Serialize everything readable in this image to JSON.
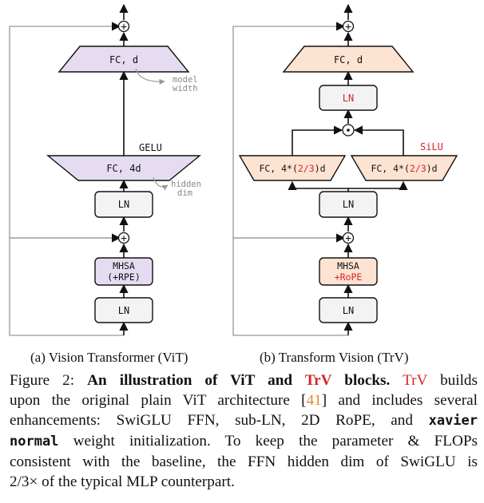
{
  "figure": {
    "vit": {
      "fc_top": "FC, d",
      "model_note_1": "model",
      "model_note_2": "width",
      "gelu": "GELU",
      "fc_mid": "FC, 4d",
      "hidden_note_1": "hidden",
      "hidden_note_2": "dim",
      "ln": "LN",
      "mhsa_1": "MHSA",
      "mhsa_2": "(+RPE)",
      "ln_bottom": "LN",
      "plus": "+",
      "subcaption": "(a) Vision Transformer (ViT)"
    },
    "trv": {
      "fc_top": "FC, d",
      "ln_sub": "LN",
      "dot": "⊙",
      "silu": "SiLU",
      "fc_left_a": "FC, 4*(",
      "fc_left_b": "2/3",
      "fc_left_c": ")d",
      "fc_right_a": "FC, 4*(",
      "fc_right_b": "2/3",
      "fc_right_c": ")d",
      "ln": "LN",
      "mhsa_1": "MHSA",
      "mhsa_2": "+RoPE",
      "ln_bottom": "LN",
      "plus": "+",
      "subcaption": "(b) Transform Vision (TrV)"
    },
    "colors": {
      "vit_fill": "#e6dcf2",
      "trv_fill": "#fde3d2",
      "box_fill": "#f3f3f3",
      "highlight_red": "#d62728",
      "cite_orange": "#e8892a"
    }
  },
  "caption": {
    "l1_a": "Figure 2: ",
    "l1_b": "An illustration of ViT and ",
    "l1_c": "TrV",
    "l1_d": " blocks.",
    "l1_e": " TrV",
    "l1_f": " builds",
    "l2_a": "upon the original plain ViT architecture [",
    "l2_b": "41",
    "l2_c": "] and includes several",
    "l3": "enhancements: SwiGLU FFN, sub-LN, 2D RoPE, and",
    "l3_tt": "xavier",
    "l4_tt": "normal",
    "l4_b": " weight initialization.  To keep the parameter & FLOPs",
    "l5": "consistent with the baseline, the FFN hidden dim of SwiGLU is",
    "l6": "2/3× of the typical MLP counterpart."
  }
}
